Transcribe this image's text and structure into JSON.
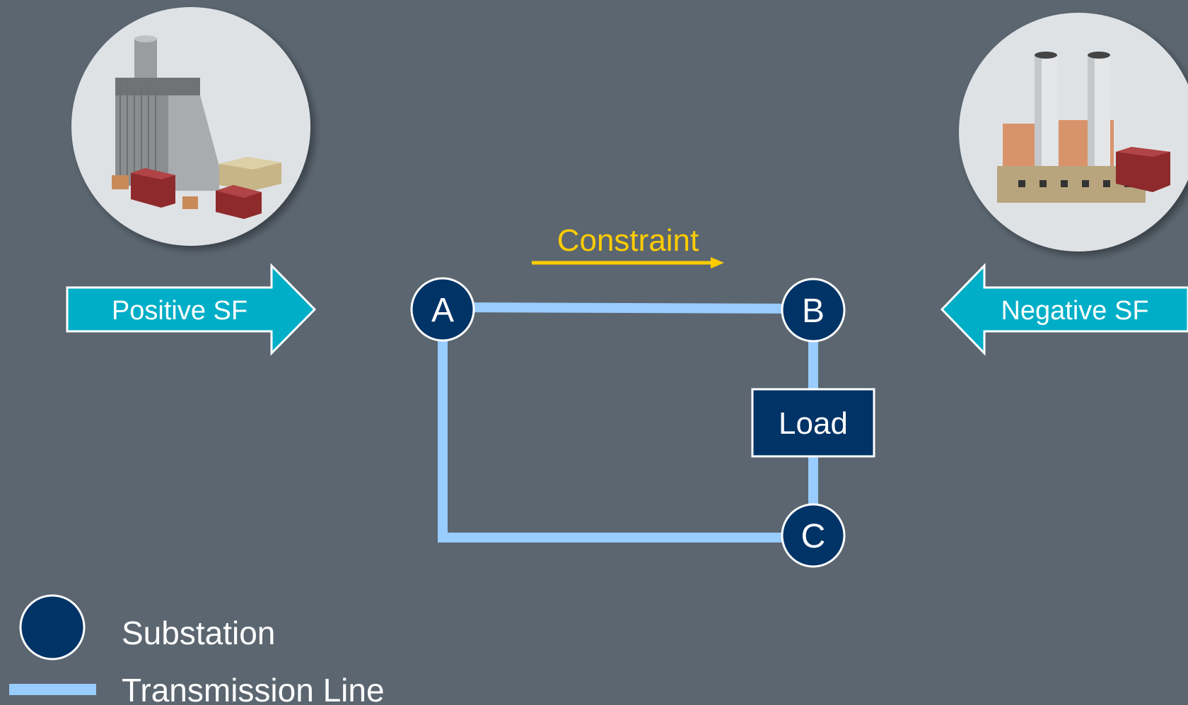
{
  "diagram": {
    "constraint_label": "Constraint",
    "positive_arrow_label": "Positive SF",
    "negative_arrow_label": "Negative SF",
    "nodes": {
      "a": "A",
      "b": "B",
      "c": "C"
    },
    "load_label": "Load",
    "legend": {
      "substation_label": "Substation",
      "line_label": "Transmission Line"
    }
  },
  "colors": {
    "background": "#5b6670",
    "line": "#99ccff",
    "node_fill": "#003366",
    "arrow": "#00aec7",
    "constraint": "#ffcc00",
    "plant_circle": "#dfe2e5"
  }
}
